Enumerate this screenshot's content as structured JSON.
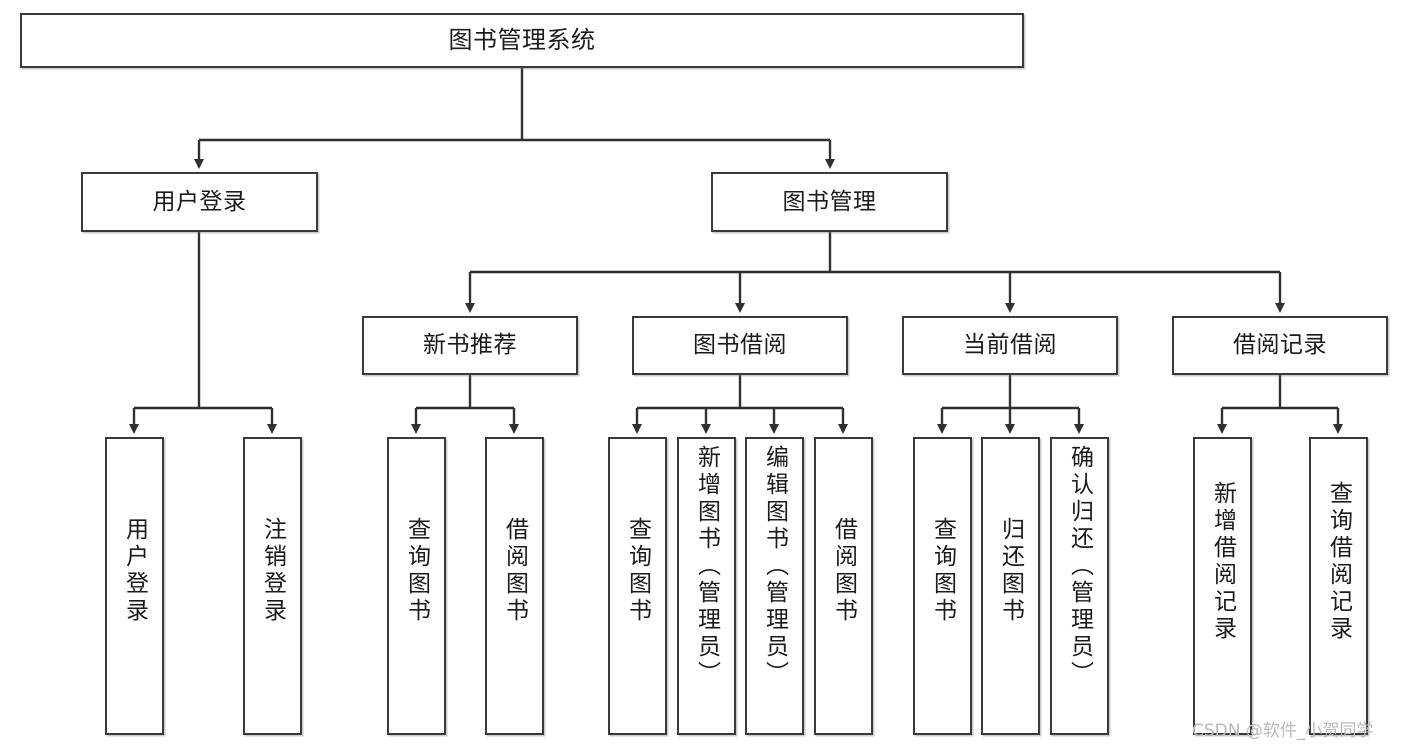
{
  "diagram": {
    "title": "图书管理系统",
    "type": "tree-hierarchy",
    "watermark": "CSDN @软件_小贺同学",
    "colors": {
      "stroke": "#3a3a3a",
      "fill": "#ffffff",
      "text": "#1b1b1b",
      "watermark": "#b9b9b9"
    },
    "nodes": {
      "root": {
        "label": "图书管理系统"
      },
      "level2": [
        {
          "id": "user-login",
          "label": "用户登录"
        },
        {
          "id": "book-management",
          "label": "图书管理"
        }
      ],
      "level3": [
        {
          "id": "new-book-recommend",
          "label": "新书推荐"
        },
        {
          "id": "book-borrow",
          "label": "图书借阅"
        },
        {
          "id": "current-borrow",
          "label": "当前借阅"
        },
        {
          "id": "borrow-record",
          "label": "借阅记录"
        }
      ],
      "leaves": {
        "user-login": [
          {
            "id": "leaf-user-login",
            "label": "用户登录"
          },
          {
            "id": "leaf-logout",
            "label": "注销登录"
          }
        ],
        "new-book-recommend": [
          {
            "id": "leaf-query-book-1",
            "label": "查询图书"
          },
          {
            "id": "leaf-borrow-book-1",
            "label": "借阅图书"
          }
        ],
        "book-borrow": [
          {
            "id": "leaf-query-book-2",
            "label": "查询图书"
          },
          {
            "id": "leaf-add-book",
            "label": "新增图书（管理员）"
          },
          {
            "id": "leaf-edit-book",
            "label": "编辑图书（管理员）"
          },
          {
            "id": "leaf-borrow-book-2",
            "label": "借阅图书"
          }
        ],
        "current-borrow": [
          {
            "id": "leaf-query-book-3",
            "label": "查询图书"
          },
          {
            "id": "leaf-return-book",
            "label": "归还图书"
          },
          {
            "id": "leaf-confirm-return",
            "label": "确认归还（管理员）"
          }
        ],
        "borrow-record": [
          {
            "id": "leaf-add-record",
            "label": "新增借阅记录"
          },
          {
            "id": "leaf-query-record",
            "label": "查询借阅记录"
          }
        ]
      }
    }
  }
}
